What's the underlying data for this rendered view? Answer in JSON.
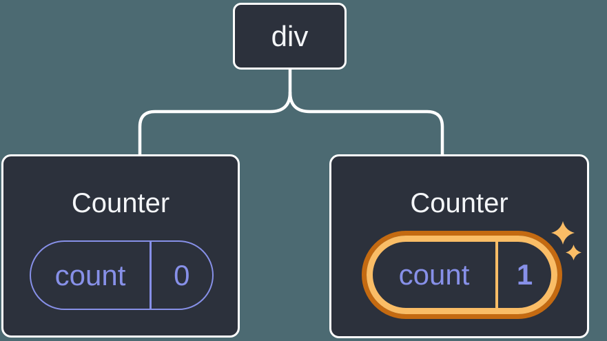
{
  "diagram": {
    "root": {
      "label": "div"
    },
    "children": [
      {
        "title": "Counter",
        "state": {
          "key": "count",
          "value": "0"
        },
        "highlighted": false
      },
      {
        "title": "Counter",
        "state": {
          "key": "count",
          "value": "1"
        },
        "highlighted": true
      }
    ]
  },
  "icons": {
    "sparkles": "sparkles-icon"
  },
  "colors": {
    "background": "#4C6A72",
    "card": "#2C313C",
    "stroke": "#FFFFFF",
    "title_text": "#F4F6F9",
    "purple": "#8790E8",
    "orange_dark": "#C46A11",
    "orange_light": "#FABD66"
  }
}
